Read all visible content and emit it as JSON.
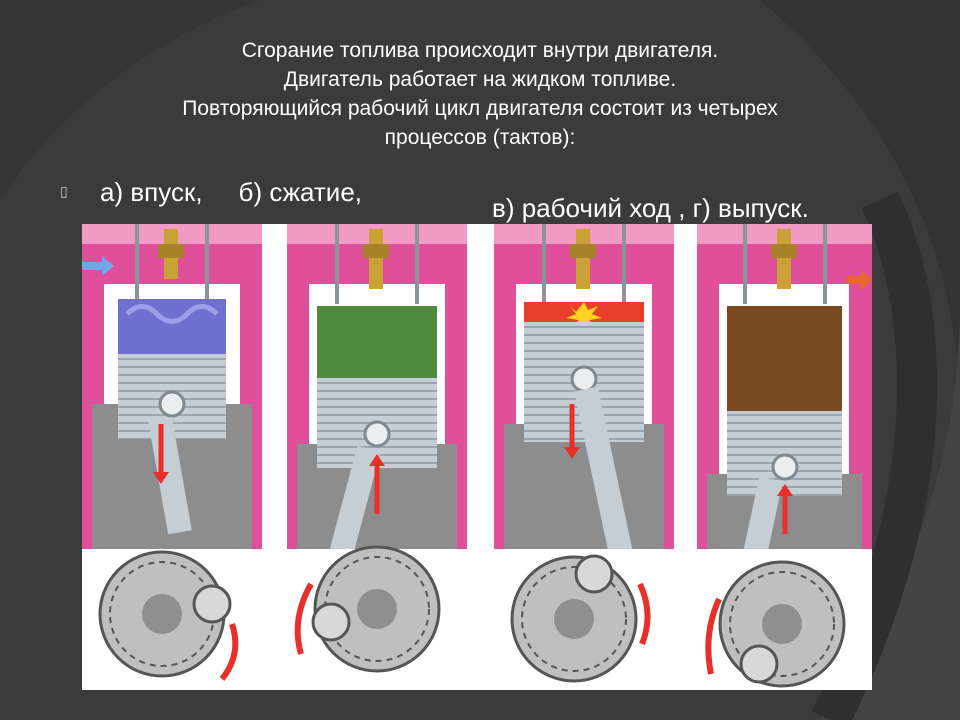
{
  "slide": {
    "title_lines": [
      "Сгорание топлива происходит внутри двигателя.",
      "Двигатель работает на жидком топливе.",
      "Повторяющийся рабочий цикл двигателя состоит из четырех",
      "процессов (тактов):"
    ],
    "strokes_row1": [
      "а) впуск,",
      "б) сжатие,"
    ],
    "strokes_row2": "в) рабочий ход , г) выпуск."
  },
  "colors": {
    "background": "#3b3b3b",
    "text": "#ffffff",
    "cylinder_wall": "#e0509a",
    "intake_mixture": "#6f6fd0",
    "compressed_mixture": "#4f8a3e",
    "combustion": "#e8402a",
    "exhaust_gas": "#7a4a22",
    "arrow": "#e8302a",
    "piston": "#bcc6cc",
    "spark_plug": "#c9a237"
  }
}
